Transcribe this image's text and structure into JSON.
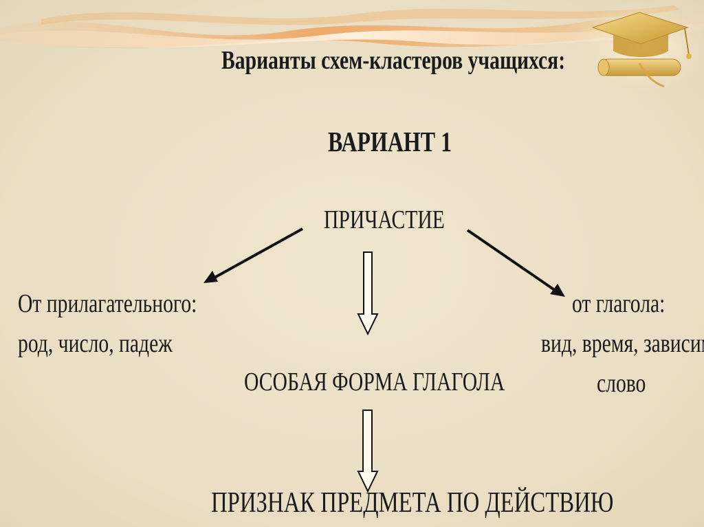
{
  "slide": {
    "title": "Варианты схем-кластеров учащихся:",
    "subtitle": "ВАРИАНТ 1"
  },
  "cluster": {
    "root": "ПРИЧАСТИЕ",
    "left_line1": "От прилагательного:",
    "left_line2": "род, число, падеж",
    "right_line1": "от  глагола:",
    "right_line2": "вид, время, зависимое",
    "right_line3": "слово",
    "middle": "ОСОБАЯ ФОРМА ГЛАГОЛА",
    "bottom": "ПРИЗНАК ПРЕДМЕТА ПО ДЕЙСТВИЮ"
  },
  "colors": {
    "background": "#ece2c9",
    "text": "#1a1a1a",
    "decor_orange": "#e9a45a",
    "decor_gold": "#d9b55a"
  },
  "icons": {
    "decor": "graduation-cap-diploma"
  }
}
